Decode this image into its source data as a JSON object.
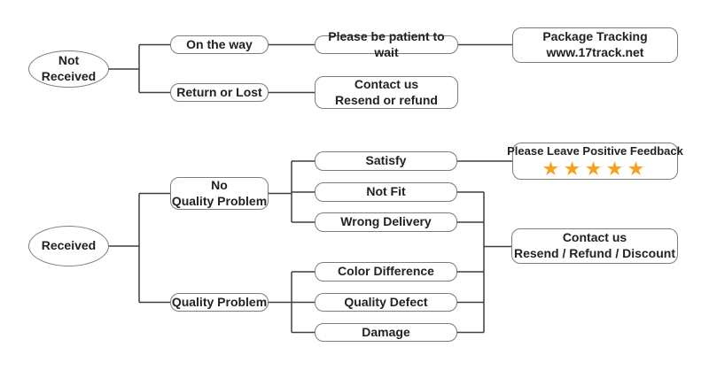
{
  "diagram": {
    "title": "Package delivery customer service flowchart",
    "colors": {
      "line": "#3f3f3f",
      "box_border": "#7d7d7d",
      "star": "#F5A31E",
      "text": "#222222",
      "background": "#ffffff"
    },
    "nodes": {
      "not_received": "Not\nReceived",
      "on_the_way": "On the way",
      "please_be_patient": "Please be patient to wait",
      "package_tracking": "Package Tracking\nwww.17track.net",
      "return_or_lost": "Return or Lost",
      "contact_us_resend_refund": "Contact us\nResend or refund",
      "received": "Received",
      "no_quality_problem": "No\nQuality Problem",
      "satisfy": "Satisfy",
      "positive_feedback_title": "Please Leave Positive Feedback",
      "stars": "★★★★★",
      "star_count": 5,
      "not_fit": "Not Fit",
      "wrong_delivery": "Wrong Delivery",
      "quality_problem": "Quality Problem",
      "color_difference": "Color Difference",
      "quality_defect": "Quality Defect",
      "damage": "Damage",
      "contact_us_resend_refund_discount": "Contact us\nResend / Refund / Discount"
    }
  }
}
